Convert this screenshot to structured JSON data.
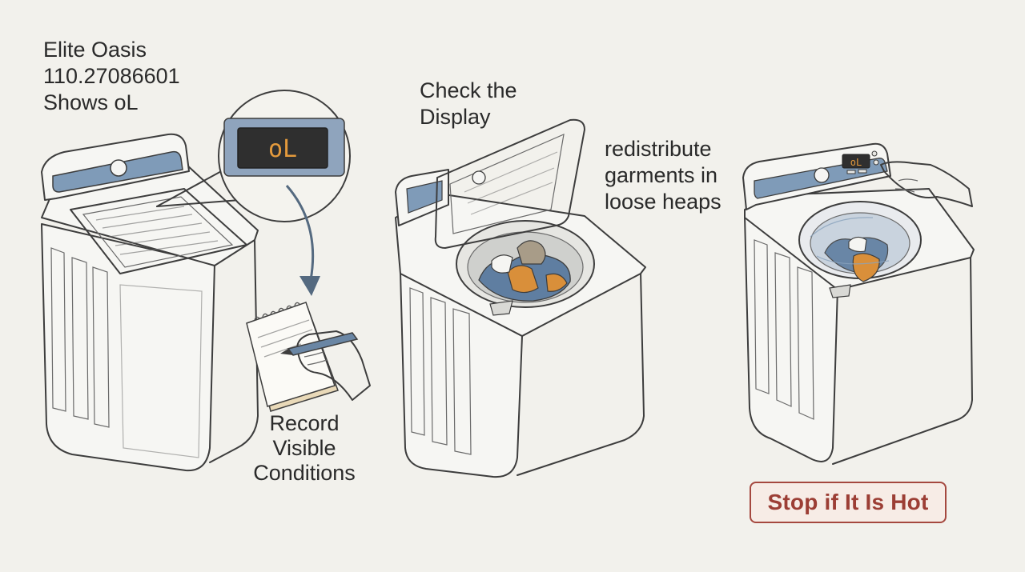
{
  "labels": {
    "model_line1": "Elite Oasis",
    "model_line2": "110.27086601",
    "model_line3": "Shows oL",
    "record_line1": "Record",
    "record_line2": "Visible",
    "record_line3": "Conditions",
    "check_line1": "Check the",
    "check_line2": "Display",
    "redist_line1": "redistribute",
    "redist_line2": "garments in",
    "redist_line3": "loose heaps"
  },
  "display_code_large": "oL",
  "display_code_small": "oL",
  "warning_badge": "Stop if It Is Hot",
  "colors": {
    "background": "#f2f1ec",
    "control_panel": "#7f9bb8",
    "display_digits": "#e49a3c",
    "warning": "#9c3e35"
  }
}
